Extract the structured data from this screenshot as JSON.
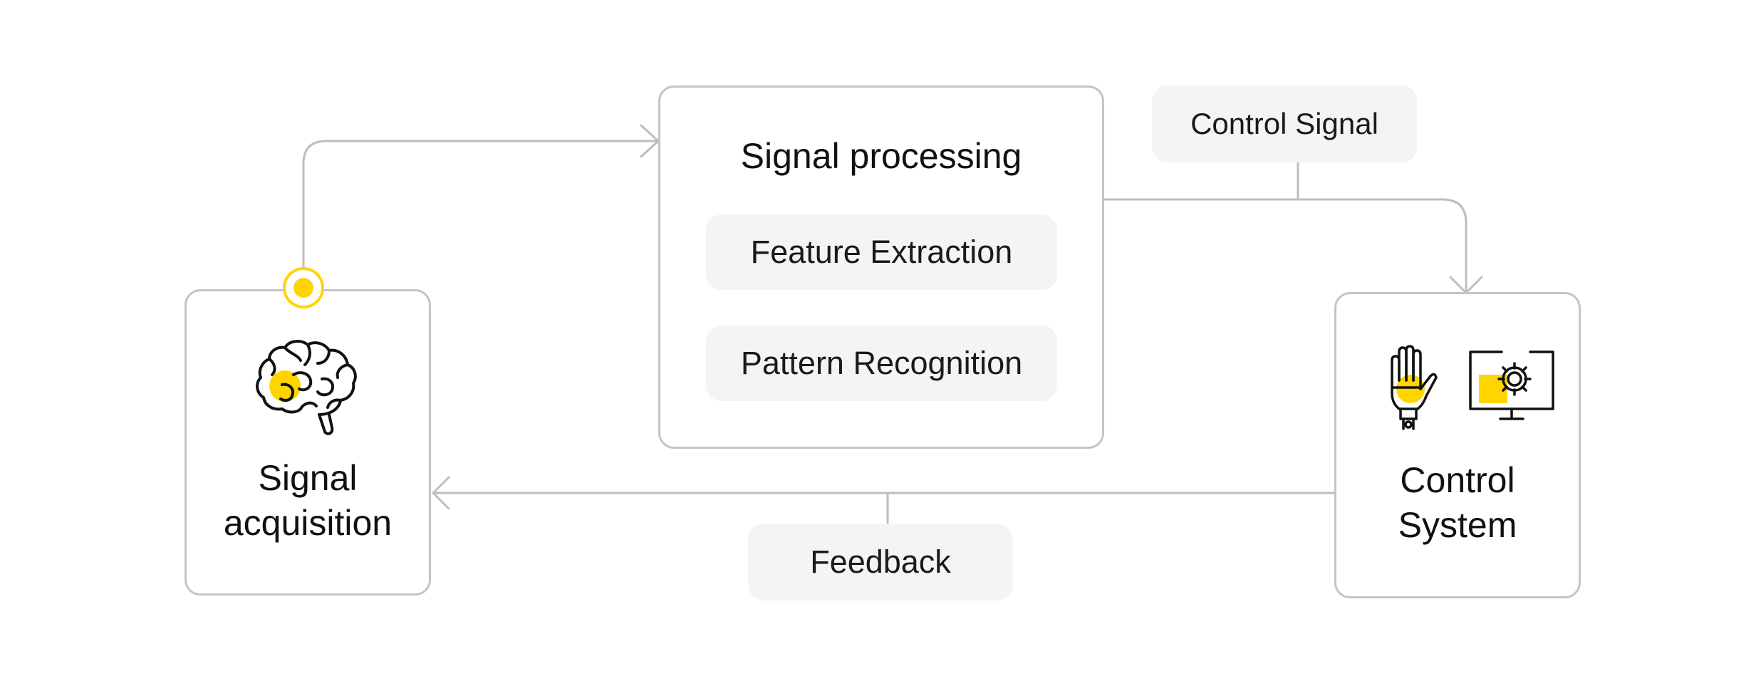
{
  "acquisition": {
    "title_line1": "Signal",
    "title_line2": "acquisition",
    "icon": "brain-icon"
  },
  "processing": {
    "title": "Signal processing",
    "step1": "Feature Extraction",
    "step2": "Pattern Recognition"
  },
  "control": {
    "title_line1": "Control",
    "title_line2": "System",
    "icons": [
      "robotic-hand-icon",
      "monitor-gear-icon"
    ]
  },
  "edges": {
    "control_signal": "Control Signal",
    "feedback": "Feedback"
  },
  "colors": {
    "accent": "#FFD500",
    "line": "#BDBDBD",
    "pill_bg": "#F4F4F4",
    "text": "#111111"
  }
}
